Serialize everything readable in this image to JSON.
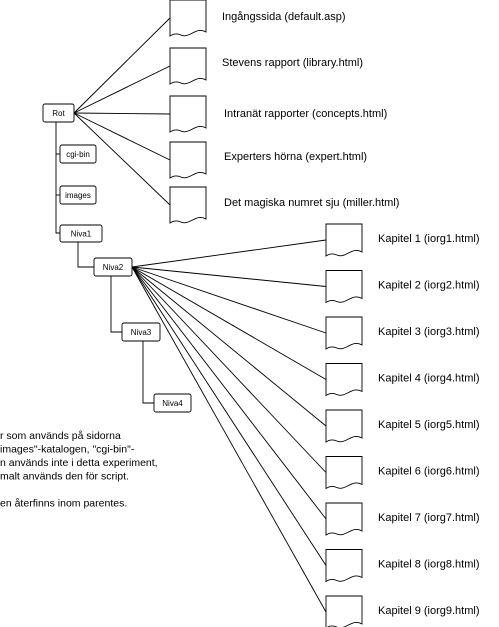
{
  "folders": {
    "root": "Rot",
    "cgi": "cgi-bin",
    "images": "images",
    "niva1": "Niva1",
    "niva2": "Niva2",
    "niva3": "Niva3",
    "niva4": "Niva4"
  },
  "root_pages": [
    "Ingångssida (default.asp)",
    "Stevens rapport (library.html)",
    "Intranät rapporter (concepts.html)",
    "Experters hörna (expert.html)",
    "Det magiska numret sju (miller.html)"
  ],
  "chapters": [
    "Kapitel 1 (iorg1.html)",
    "Kapitel 2 (iorg2.html)",
    "Kapitel 3 (iorg3.html)",
    "Kapitel 4 (iorg4.html)",
    "Kapitel 5 (iorg5.html)",
    "Kapitel 6 (iorg6.html)",
    "Kapitel 7 (iorg7.html)",
    "Kapitel 8 (iorg8.html)",
    "Kapitel 9 (iorg9.html)"
  ],
  "note_lines": [
    "r som används på sidorna",
    "images\"-katalogen, \"cgi-bin\"-",
    "n används inte i detta experiment,",
    "malt används den för script.",
    "",
    "en återfinns inom parentes."
  ]
}
